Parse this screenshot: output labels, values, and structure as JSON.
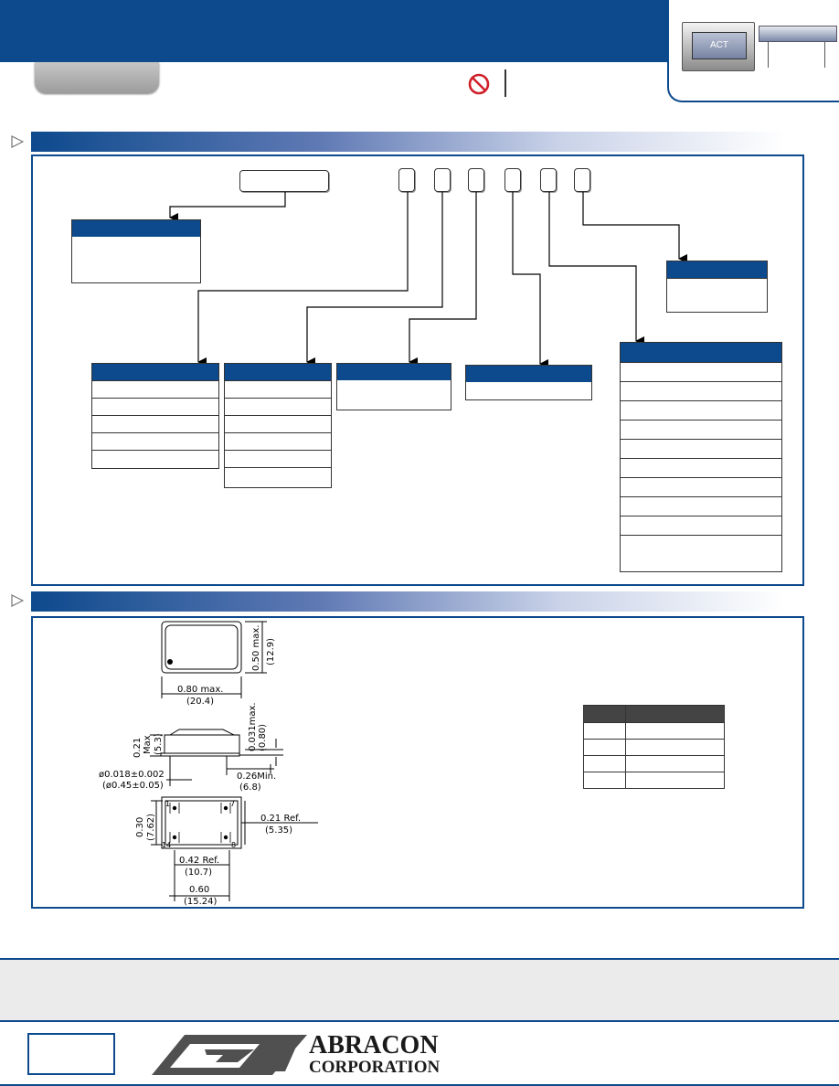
{
  "header": {
    "thumbnail_label": "ACT"
  },
  "drawing_labels": {
    "top_width": "0.80  max.",
    "top_width_mm": "(20.4)",
    "top_height": "0.50  max.",
    "top_height_mm": "(12.9)",
    "side_height": "0.21",
    "side_height_max": "Max",
    "side_height_mm": "(5.3)",
    "standoff": "0.031max.",
    "standoff_mm": "(0.80)",
    "pin_dia": "ø0.018±0.002",
    "pin_dia_mm": "(ø0.45±0.05)",
    "pin_len": "0.26Min.",
    "pin_len_mm": "(6.8)",
    "row_spacing": "0.30",
    "row_spacing_mm": "(7.62)",
    "ref_right": "0.21  Ref.",
    "ref_right_mm": "(5.35)",
    "ref_bottom": "0.42  Ref.",
    "ref_bottom_mm": "(10.7)",
    "pin_spacing": "0.60",
    "pin_spacing_mm": "(15.24)",
    "pin_1": "1",
    "pin_7": "7",
    "pin_8": "8",
    "pin_14": "14"
  },
  "footer": {
    "brand_line1": "ABRACON",
    "brand_line2": "CORPORATION"
  }
}
